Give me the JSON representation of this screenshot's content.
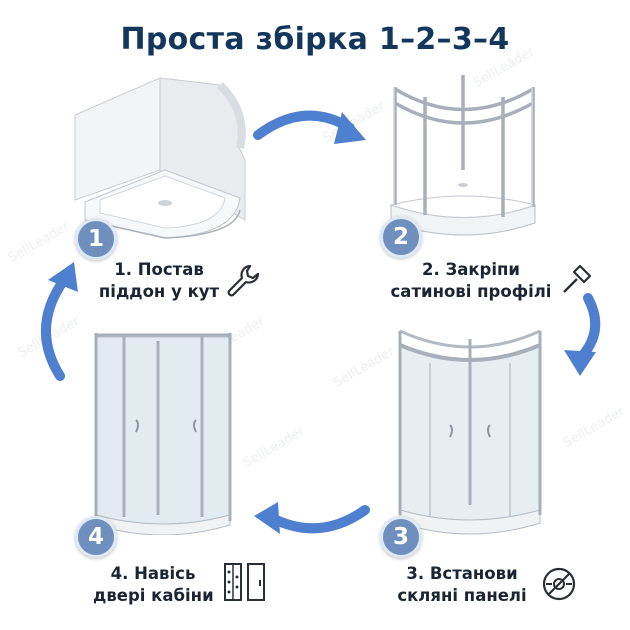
{
  "title": "Проста збірка 1–2–3–4",
  "watermark": "SellLeader",
  "colors": {
    "title": "#12365c",
    "badge": "#6f8fbe",
    "arrow": "#4f7fcf"
  },
  "steps": [
    {
      "number": "1",
      "line1": "1. Постав",
      "line2": "піддон у кут",
      "icon": "wrench-icon"
    },
    {
      "number": "2",
      "line1": "2. Закріпи",
      "line2": "сатинові профілі",
      "icon": "screwdriver-icon"
    },
    {
      "number": "3",
      "line1": "3. Встанови",
      "line2": "скляні панелі",
      "icon": "panel-clamp-icon"
    },
    {
      "number": "4",
      "line1": "4. Навісь",
      "line2": "двері кабіни",
      "icon": "door-hinge-icon"
    }
  ]
}
